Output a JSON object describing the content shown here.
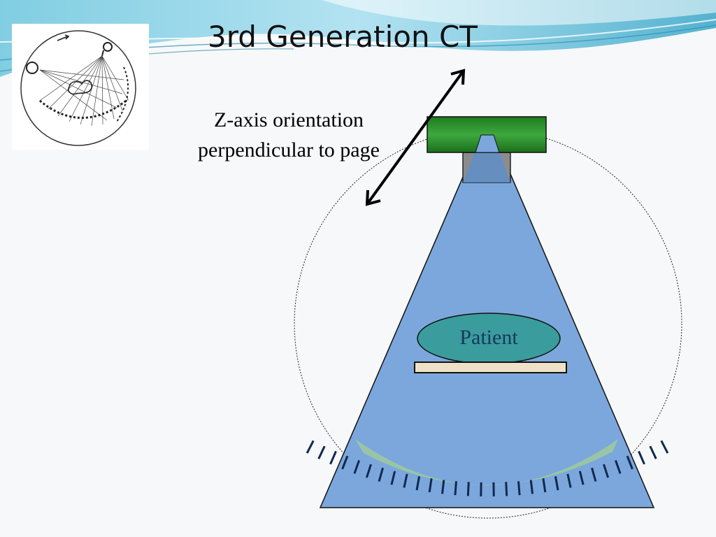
{
  "slide": {
    "title": "3rd Generation CT",
    "z_axis_note_line1": "Z-axis orientation",
    "z_axis_note_line2": "perpendicular to page",
    "patient_label": "Patient"
  },
  "colors": {
    "beam_fill": "#7ba7dc",
    "tube_housing": "#2e8b2e",
    "tube_stem": "#8c8c8c",
    "patient_fill": "#3a9c9c",
    "table_fill": "#efe1c6",
    "detector_fill": "#9cc9a0",
    "detector_element": "#10294f",
    "wave_light": "#9fdcec",
    "wave_dark": "#3aa7c9",
    "patient_text": "#17375e"
  },
  "icons": {
    "z_axis": "double-headed-arrow-icon",
    "thumbnail": "ct-scanner-sketch-icon"
  },
  "detector": {
    "element_count": 30
  }
}
